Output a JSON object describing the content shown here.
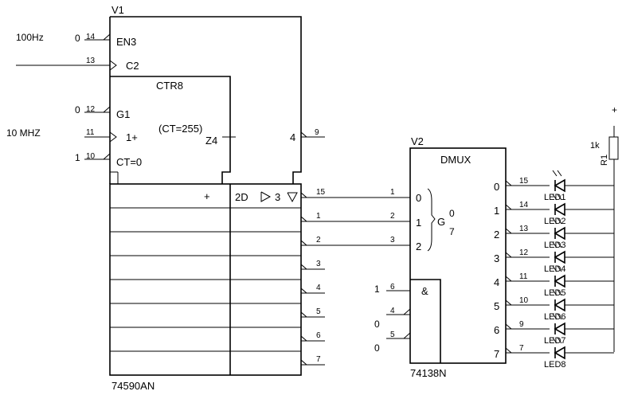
{
  "v1": {
    "ref": "V1",
    "part": "74590AN",
    "block_label": "CTR8",
    "count_label": "(CT=255)",
    "z4_label": "Z4",
    "out4_label": "4",
    "pins": {
      "en3": {
        "num": "14",
        "label": "EN3",
        "level": "0"
      },
      "c2": {
        "num": "13",
        "label": "C2"
      },
      "g1": {
        "num": "12",
        "label": "G1",
        "level": "0"
      },
      "plus": {
        "num": "11",
        "label": "1+"
      },
      "ct0": {
        "num": "10",
        "label": "CT=0",
        "level": "1"
      },
      "p9": {
        "num": "9"
      }
    },
    "reg_header_plus": "+",
    "reg_header_2d": "2D",
    "reg_header_3": "3",
    "outputs": [
      "15",
      "1",
      "2",
      "3",
      "4",
      "5",
      "6",
      "7"
    ]
  },
  "inputs": {
    "clk100": "100Hz",
    "clk10m": "10 MHZ"
  },
  "v2": {
    "ref": "V2",
    "part": "74138N",
    "title": "DMUX",
    "g_label": "G",
    "g_top": "0",
    "g_bot": "7",
    "sel_labels": [
      "0",
      "1",
      "2"
    ],
    "sel_pins": [
      "1",
      "2",
      "3"
    ],
    "and_label": "&",
    "enables": [
      {
        "pin": "6",
        "level": "1"
      },
      {
        "pin": "4",
        "level": "0"
      },
      {
        "pin": "5",
        "level": "0"
      }
    ],
    "outputs": [
      {
        "label": "0",
        "pin": "15"
      },
      {
        "label": "1",
        "pin": "14"
      },
      {
        "label": "2",
        "pin": "13"
      },
      {
        "label": "3",
        "pin": "12"
      },
      {
        "label": "4",
        "pin": "11"
      },
      {
        "label": "5",
        "pin": "10"
      },
      {
        "label": "6",
        "pin": "9"
      },
      {
        "label": "7",
        "pin": "7"
      }
    ]
  },
  "leds": [
    "LED1",
    "LED2",
    "LED3",
    "LED4",
    "LED5",
    "LED6",
    "LED7",
    "LED8"
  ],
  "r1": {
    "ref": "R1",
    "value": "1k",
    "supply": "+"
  }
}
